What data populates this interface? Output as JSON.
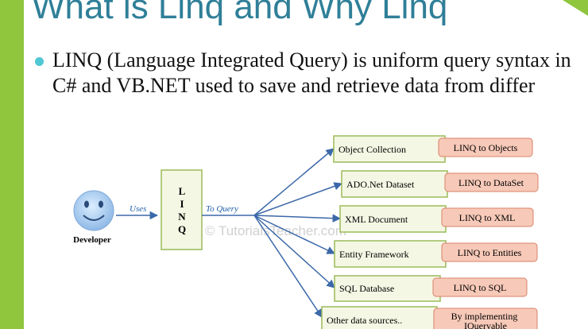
{
  "title": "What is Linq and Why Linq",
  "bullet": "LINQ (Language Integrated Query) is uniform query syntax in C# and VB.NET used to save and retrieve data from differ",
  "diagram": {
    "developer_label": "Developer",
    "uses_label": "Uses",
    "linq_letters": [
      "L",
      "I",
      "N",
      "Q"
    ],
    "to_query_label": "To Query",
    "watermark": "© TutorialsTeacher.com",
    "sources": [
      {
        "source": "Object Collection",
        "provider": "LINQ to Objects"
      },
      {
        "source": "ADO.Net Dataset",
        "provider": "LINQ to DataSet"
      },
      {
        "source": "XML Document",
        "provider": "LINQ to XML"
      },
      {
        "source": "Entity Framework",
        "provider": "LINQ to Entities"
      },
      {
        "source": "SQL Database",
        "provider": "LINQ to SQL"
      },
      {
        "source": "Other data sources..",
        "provider": "By implementing IQueryable"
      }
    ]
  },
  "colors": {
    "accent_green": "#8fc63e",
    "title_blue": "#2f7f98",
    "bullet_cyan": "#4fc7d4",
    "source_fill": "#f4f7e4",
    "source_border": "#9bbb59",
    "provider_fill": "#f7c9b8",
    "provider_border": "#d8826a",
    "arrow_blue": "#3b68a8",
    "face_blue": "#a9ccee"
  },
  "icons": {
    "developer": "smiley-face-icon"
  }
}
